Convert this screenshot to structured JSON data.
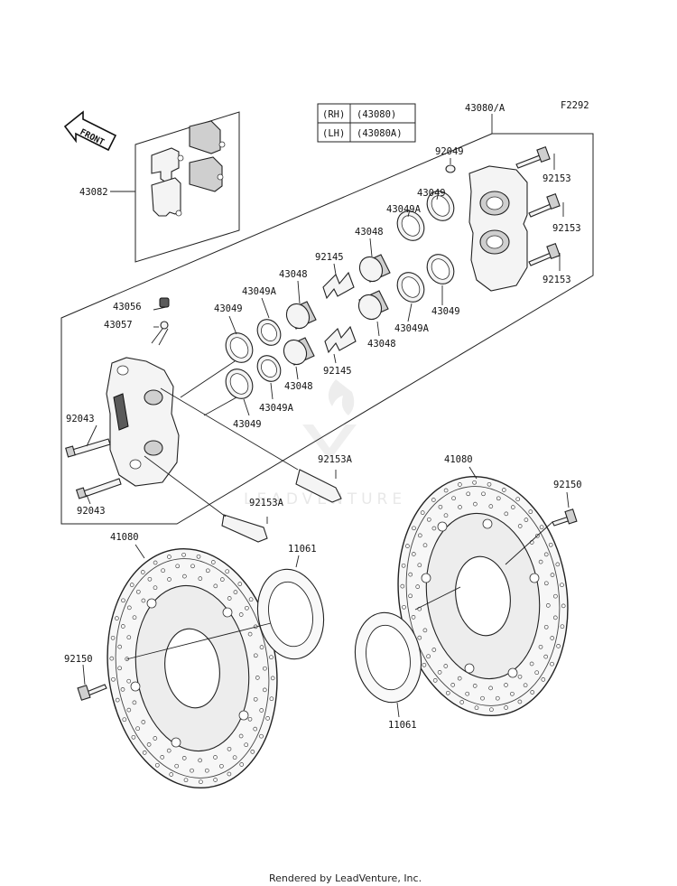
{
  "diagram_code": "F2292",
  "footer_text": "Rendered by LeadVenture, Inc.",
  "watermark_text": "LEADVENTURE",
  "front_arrow_label": "FRONT",
  "legend": {
    "rows": [
      {
        "side": "(RH)",
        "part": "(43080)"
      },
      {
        "side": "(LH)",
        "part": "(43080A)"
      }
    ]
  },
  "parts": {
    "caliper_assy": "43080/A",
    "pad_set": "43082",
    "bleed_cap": "43056",
    "bleed_valve": "43057",
    "bolt_92043_upper": "92043",
    "bolt_92043_lower": "92043",
    "piston_a1": "43048",
    "piston_a2": "43048",
    "piston_b1": "43048",
    "piston_b2": "43048",
    "seal_49_l1": "43049",
    "seal_49_l2": "43049",
    "seal_49_r1": "43049",
    "seal_49_r2": "43049",
    "seal_49a_l1": "43049A",
    "seal_49a_l2": "43049A",
    "seal_49a_r1": "43049A",
    "seal_49a_r2": "43049A",
    "spring_upper": "92145",
    "spring_lower": "92145",
    "washer_92049": "92049",
    "bolt_92153_1": "92153",
    "bolt_92153_2": "92153",
    "bolt_92153_3": "92153",
    "pin_92153a_1": "92153A",
    "pin_92153a_2": "92153A",
    "disc_left": "41080",
    "disc_right": "41080",
    "shim_left": "11061",
    "shim_right": "11061",
    "disc_bolt_right": "92150",
    "disc_bolt_left": "92150"
  }
}
